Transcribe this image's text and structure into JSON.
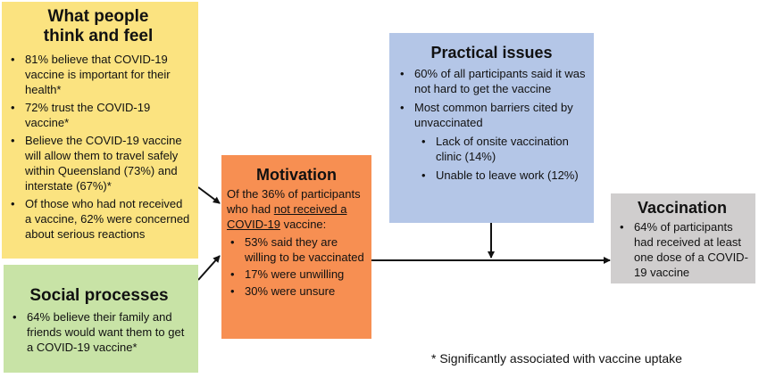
{
  "think": {
    "title_line1": "What people",
    "title_line2": "think and feel",
    "items": [
      "81% believe that COVID-19 vaccine is important for their health*",
      "72% trust the COVID-19 vaccine*",
      "Believe the COVID-19 vaccine will allow them to travel safely within Queensland (73%) and interstate (67%)*",
      "Of those who had not received a vaccine, 62% were concerned about serious reactions"
    ]
  },
  "social": {
    "title": "Social processes",
    "items": [
      "64% believe their family and friends would want them to get a COVID-19 vaccine*"
    ]
  },
  "motivation": {
    "title": "Motivation",
    "intro_pre": "Of the 36% of participants who had ",
    "intro_underlined": "not received a COVID-19",
    "intro_post": " vaccine:",
    "items": [
      "53% said they are willing to be vaccinated",
      "17% were unwilling",
      "30% were unsure"
    ]
  },
  "practical": {
    "title": "Practical issues",
    "items": [
      "60% of all participants said it was not hard to get the vaccine",
      "Most common barriers cited by unvaccinated"
    ],
    "sub_items": [
      "Lack of onsite vaccination clinic (14%)",
      "Unable to leave work (12%)"
    ]
  },
  "vaccination": {
    "title": "Vaccination",
    "items": [
      "64% of participants had received at least one dose of a COVID-19 vaccine"
    ]
  },
  "footnote": "* Significantly associated with vaccine uptake"
}
